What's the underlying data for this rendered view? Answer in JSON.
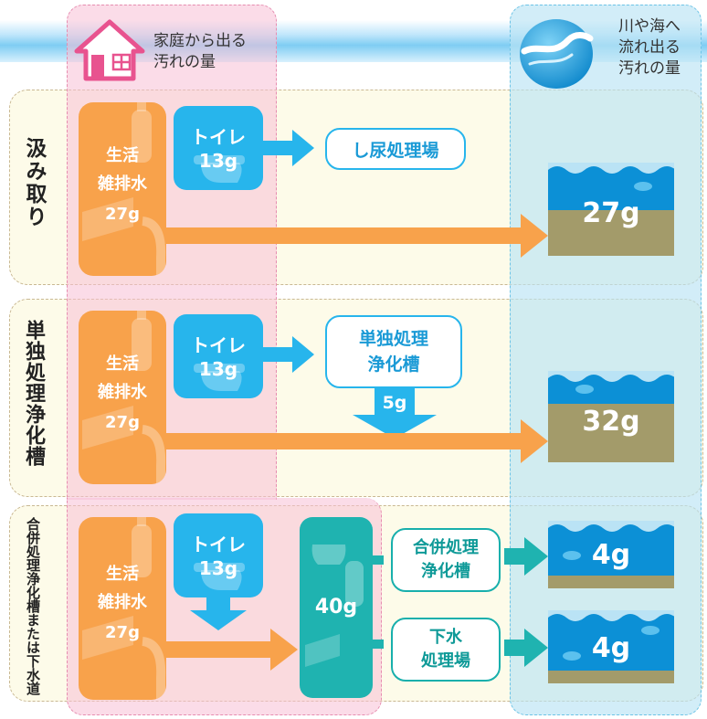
{
  "colors": {
    "orange": "#f8a24b",
    "blue": "#27b5ec",
    "teal": "#1fb3b0",
    "water": "#0c90d6",
    "mud": "#a39b6a",
    "pink_column": "#f8bfd6",
    "blue_column": "#bae3f5"
  },
  "header": {
    "household_label": "家庭から出る\n汚れの量",
    "river_label": "川や海へ\n流れ出る\n汚れの量",
    "house_icon": "house-icon",
    "river_icon": "river-globe-icon"
  },
  "rows": [
    {
      "label": "汲み取り",
      "greywater": {
        "line1": "生活",
        "line2": "雑排水",
        "value": "27g"
      },
      "toilet": {
        "label": "トイレ",
        "value": "13g"
      },
      "facility": "し尿処理場",
      "outflow": "27g"
    },
    {
      "label": "単独処理浄化槽",
      "greywater": {
        "line1": "生活",
        "line2": "雑排水",
        "value": "27g"
      },
      "toilet": {
        "label": "トイレ",
        "value": "13g"
      },
      "facility": "単独処理\n浄化槽",
      "facility_out": "5g",
      "outflow": "32g"
    },
    {
      "label": "合併処理浄化槽または下水道",
      "greywater": {
        "line1": "生活",
        "line2": "雑排水",
        "value": "27g"
      },
      "toilet": {
        "label": "トイレ",
        "value": "13g"
      },
      "combined": "40g",
      "facility_a": "合併処理\n浄化槽",
      "facility_b": "下水\n処理場",
      "outflow_a": "4g",
      "outflow_b": "4g"
    }
  ]
}
